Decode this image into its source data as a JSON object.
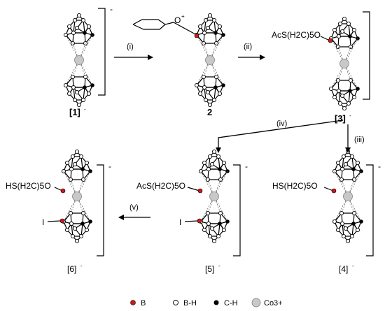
{
  "charge_signs": {
    "c1": "-",
    "c3": "-",
    "c4": "-",
    "c5": "-",
    "c6": "-"
  },
  "compound_labels": {
    "c1": "[1]",
    "c1_sup": "-",
    "c2": "2",
    "c3": "[3]",
    "c3_sup": "-",
    "c4": "[4]",
    "c4_sup": "-",
    "c5": "[5]",
    "c5_sup": "-",
    "c6": "[6]",
    "c6_sup": "-"
  },
  "steps": {
    "i": "(i)",
    "ii": "(ii)",
    "iii": "(iii)",
    "iv": "(iv)",
    "v": "(v)"
  },
  "substituents": {
    "c2_charge": "+",
    "c3": "AcS(H2C)5O",
    "c4": "HS(H2C)5O",
    "c5": "AcS(H2C)5O",
    "c6": "HS(H2C)5O",
    "iodine": "I"
  },
  "legend": {
    "boron": "B",
    "bh": "B-H",
    "ch": "C-H",
    "cobalt": "Co3+"
  },
  "colors": {
    "boron": "#cc1a1a",
    "carbon": "#000000",
    "bh": "#ffffff",
    "cobalt": "#c8c8c8"
  }
}
